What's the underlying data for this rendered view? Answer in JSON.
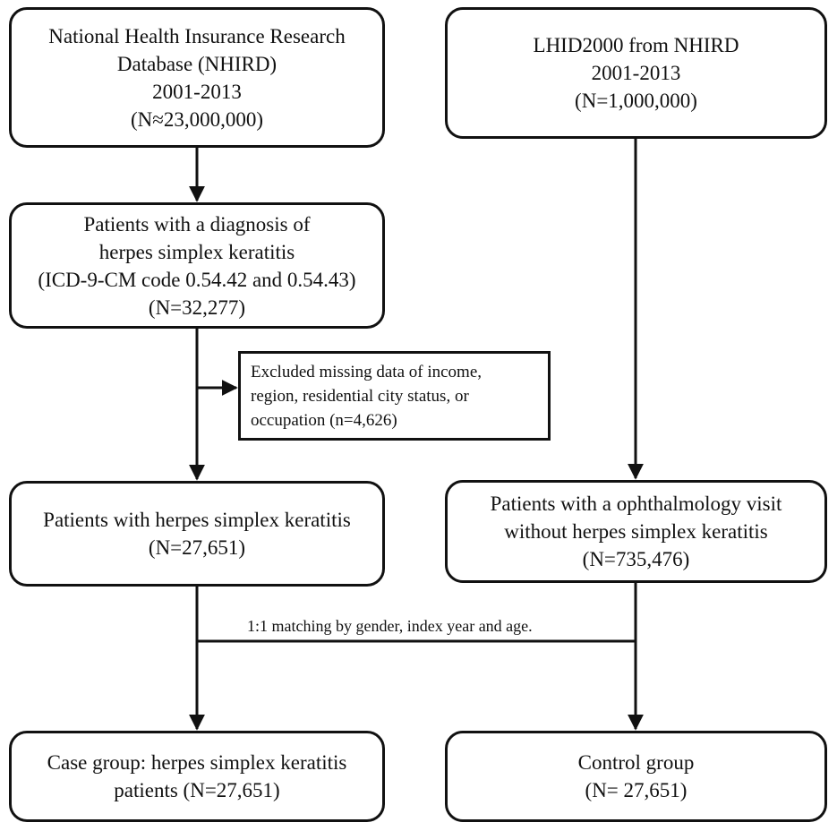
{
  "boxes": {
    "nhird": [
      "National Health Insurance Research",
      "Database (NHIRD)",
      "2001-2013",
      "(N≈23,000,000)"
    ],
    "lhid": [
      "LHID2000 from NHIRD",
      "2001-2013",
      "(N=1,000,000)"
    ],
    "hsk_diag": [
      "Patients with a diagnosis of",
      "herpes simplex keratitis",
      "(ICD-9-CM code 0.54.42 and 0.54.43)",
      "(N=32,277)"
    ],
    "excluded": [
      "Excluded missing data of income,",
      "region, residential city status, or",
      "occupation (n=4,626)"
    ],
    "hsk_patients": [
      "Patients with herpes simplex keratitis",
      "(N=27,651)"
    ],
    "ophth": [
      "Patients with a ophthalmology visit",
      "without herpes simplex keratitis",
      "(N=735,476)"
    ],
    "case": [
      "Case group: herpes simplex keratitis",
      "patients (N=27,651)"
    ],
    "control": [
      "Control group",
      "(N= 27,651)"
    ]
  },
  "matching_label": "1:1 matching by gender, index year and age."
}
